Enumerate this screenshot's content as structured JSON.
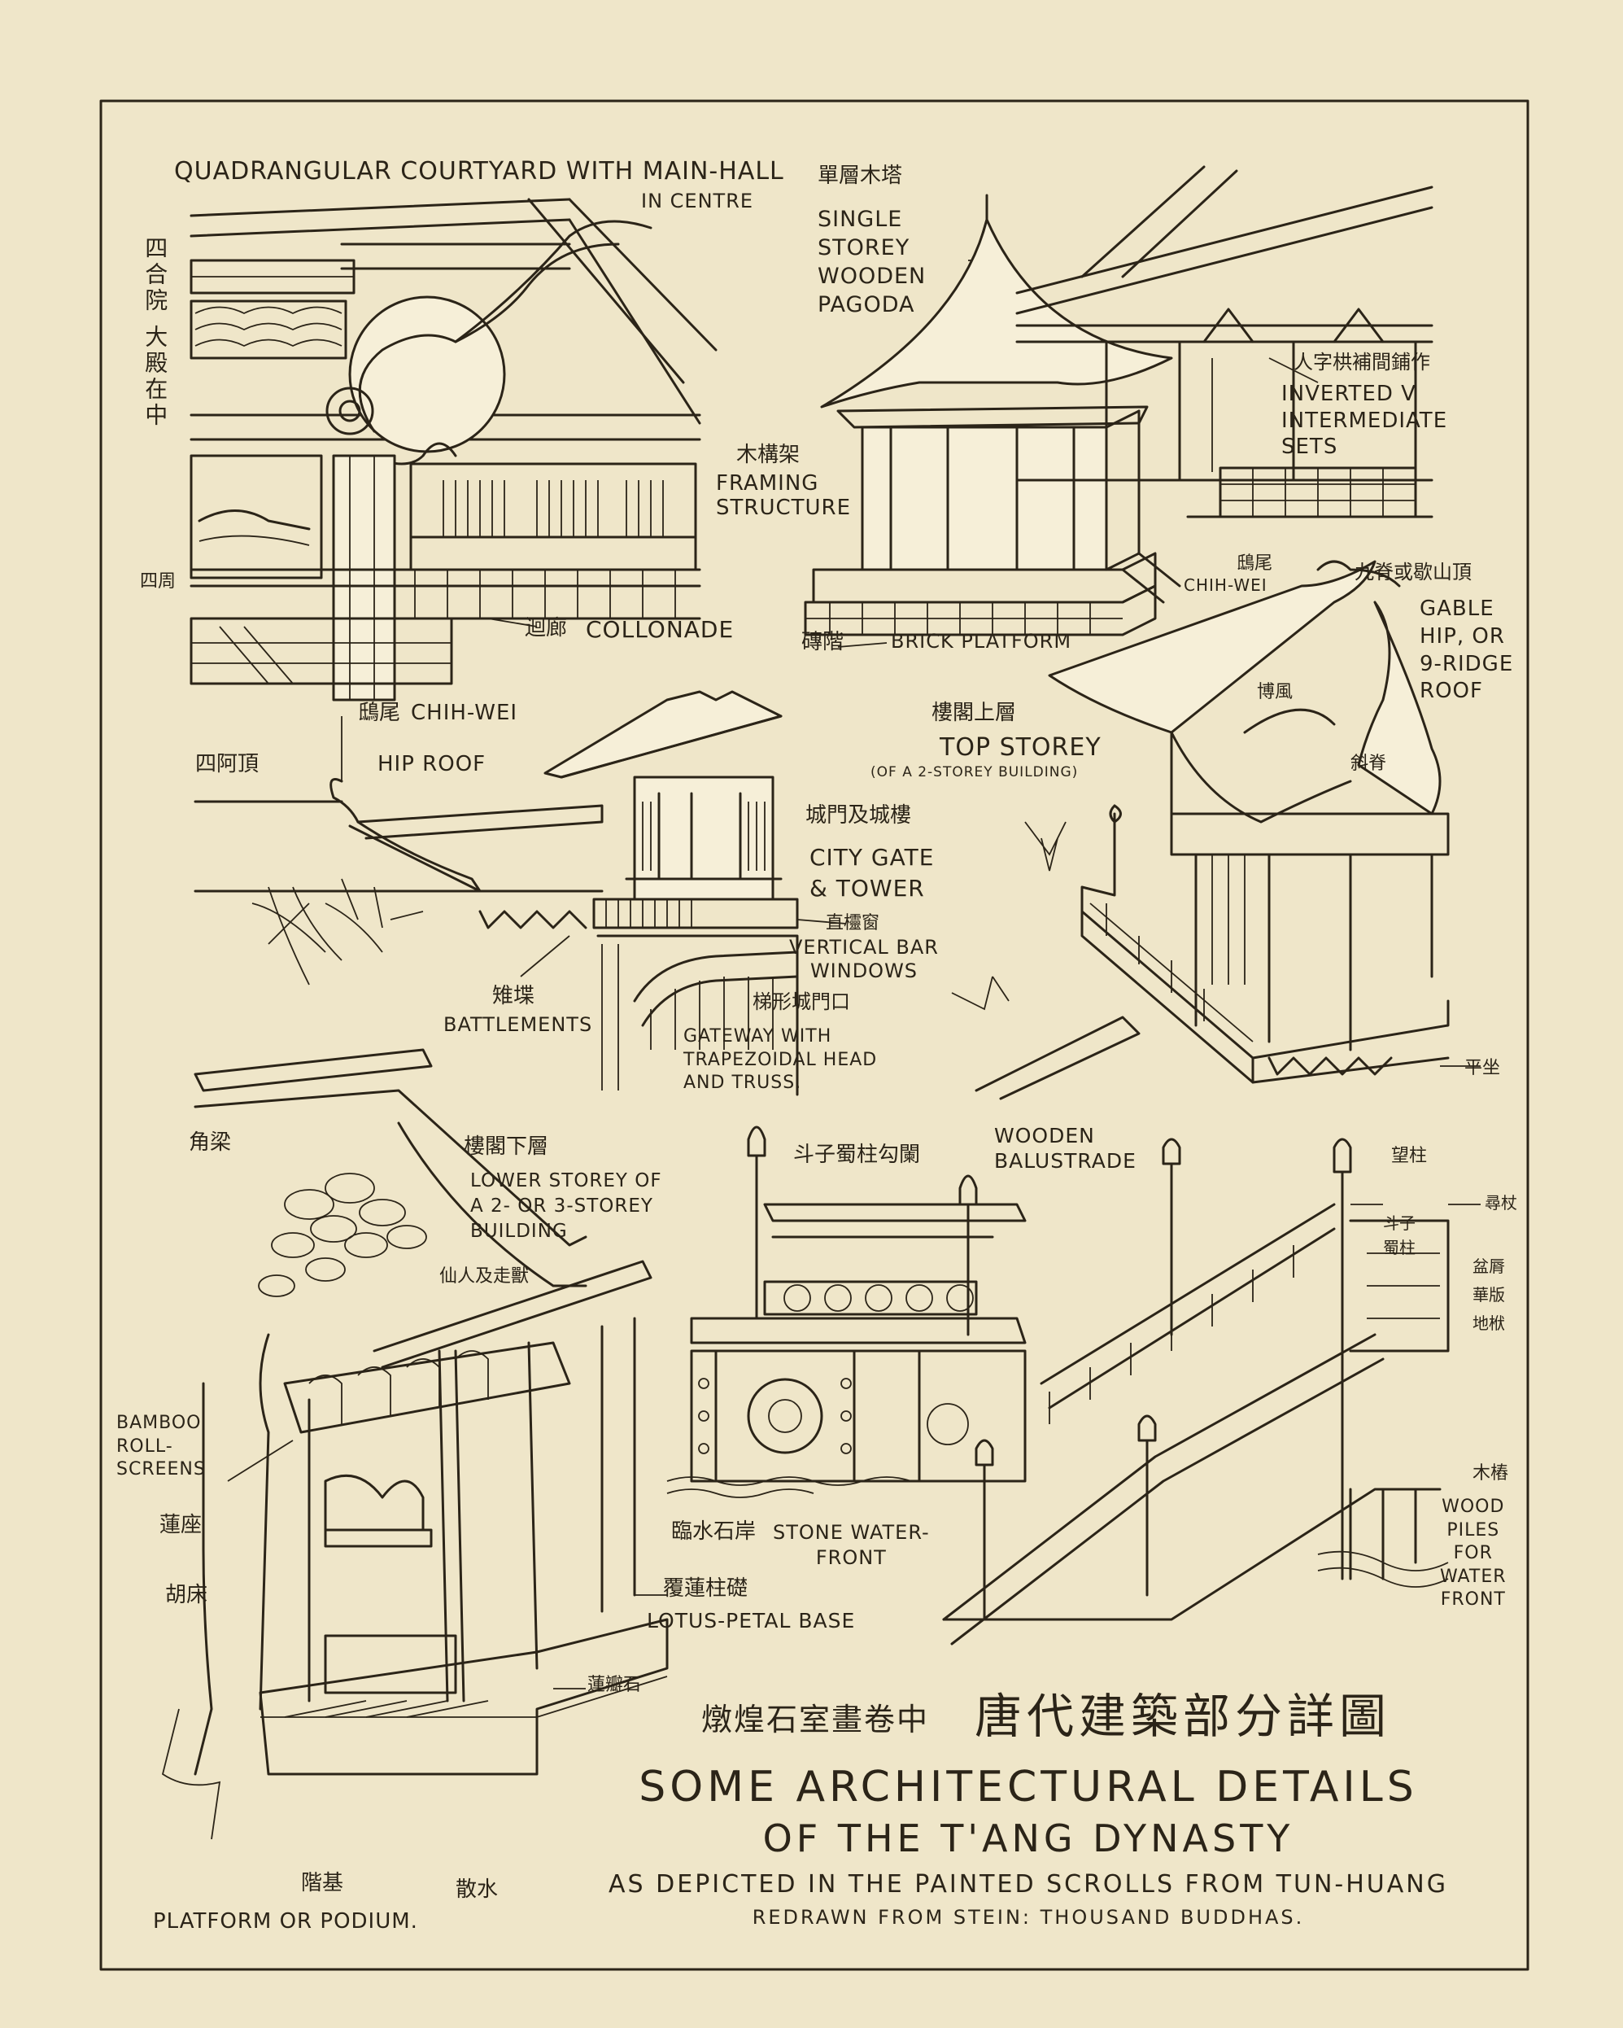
{
  "courtyard": {
    "title": "QUADRANGULAR COURTYARD with MAIN-HALL",
    "title2": "IN CENTRE",
    "cjk_vertical": "四合院 大殿在中",
    "framing": "FRAMING\nSTRUCTURE",
    "framing_cjk": "木構架",
    "colonnade": "COLLONADE",
    "colonnade_cjk": "迴廊",
    "left_cjk": "四周"
  },
  "pagoda": {
    "cjk": "單層木塔",
    "label": "SINGLE\nSTOREY\nWOODEN\nPAGODA",
    "platform": "BRICK PLATFORM",
    "platform_cjk": "磚階"
  },
  "bracket": {
    "cjk": "人字栱補間鋪作",
    "label": "INVERTED V\nINTERMEDIATE\nSETS"
  },
  "hiproof": {
    "chihwei": "CHIH-WEI",
    "chihwei_cjk": "鴟尾",
    "label": "HIP ROOF",
    "cjk": "四阿頂",
    "battlements": "BATTLEMENTS",
    "battlements_cjk": "雉堞"
  },
  "citygate": {
    "top_storey": "TOP STOREY",
    "top_storey_sub": "(OF A 2-STOREY BUILDING)",
    "top_cjk": "樓閣上層",
    "gate_cjk": "城門及城樓",
    "gate": "CITY GATE\n& TOWER",
    "windows_cjk": "直欞窗",
    "windows": "VERTICAL BAR\nWINDOWS",
    "gateway_cjk": "梯形城門口",
    "gateway": "GATEWAY WITH\nTRAPEZOIDAL HEAD\nAND TRUSS."
  },
  "gable": {
    "chihwei": "CHIH-WEI",
    "chihwei_cjk": "鴟尾",
    "cjk": "九脊或歇山頂",
    "label": "GABLE\nHIP, OR\n9-RIDGE\nROOF",
    "a": "博風",
    "b": "斜脊",
    "c": "平坐"
  },
  "lower": {
    "corner_cjk": "角梁",
    "cjk": "樓閣下層",
    "label": "LOWER STOREY OF\nA 2- OR 3-STOREY\nBUILDING",
    "xianren": "仙人及走獸",
    "bamboo": "BAMBOO\nROLL-\nSCREENS",
    "item1": "蓮座",
    "item2": "胡床",
    "stone": "蓮瓣石",
    "base1": "階基",
    "base2": "散水",
    "platform": "PLATFORM OR PODIUM."
  },
  "balustrade": {
    "cjk": "斗子蜀柱勾闌",
    "label": "WOODEN\nBALUSTRADE",
    "lotus_cjk": "覆蓮柱礎",
    "lotus": "LOTUS-PETAL BASE",
    "waterfront_cjk": "臨水石岸",
    "waterfront": "STONE WATER-\nFRONT"
  },
  "piles": {
    "r1": "望柱",
    "r2": "尋杖",
    "r3": "斗子",
    "r4": "蜀柱",
    "r5": "盆脣",
    "r6": "華版",
    "r7": "地栿",
    "cjk": "木樁",
    "label": "WOOD\nPILES\nFOR\nWATER\nFRONT"
  },
  "title": {
    "cjk_small": "燉煌石室畫卷中",
    "cjk_large": "唐代建築部分詳圖",
    "line1": "SOME ARCHITECTURAL DETAILS",
    "line2": "OF THE T'ANG DYNASTY",
    "line3": "AS DEPICTED IN THE PAINTED SCROLLS FROM TUN-HUANG",
    "line4": "REDRAWN FROM STEIN: THOUSAND BUDDHAS."
  }
}
